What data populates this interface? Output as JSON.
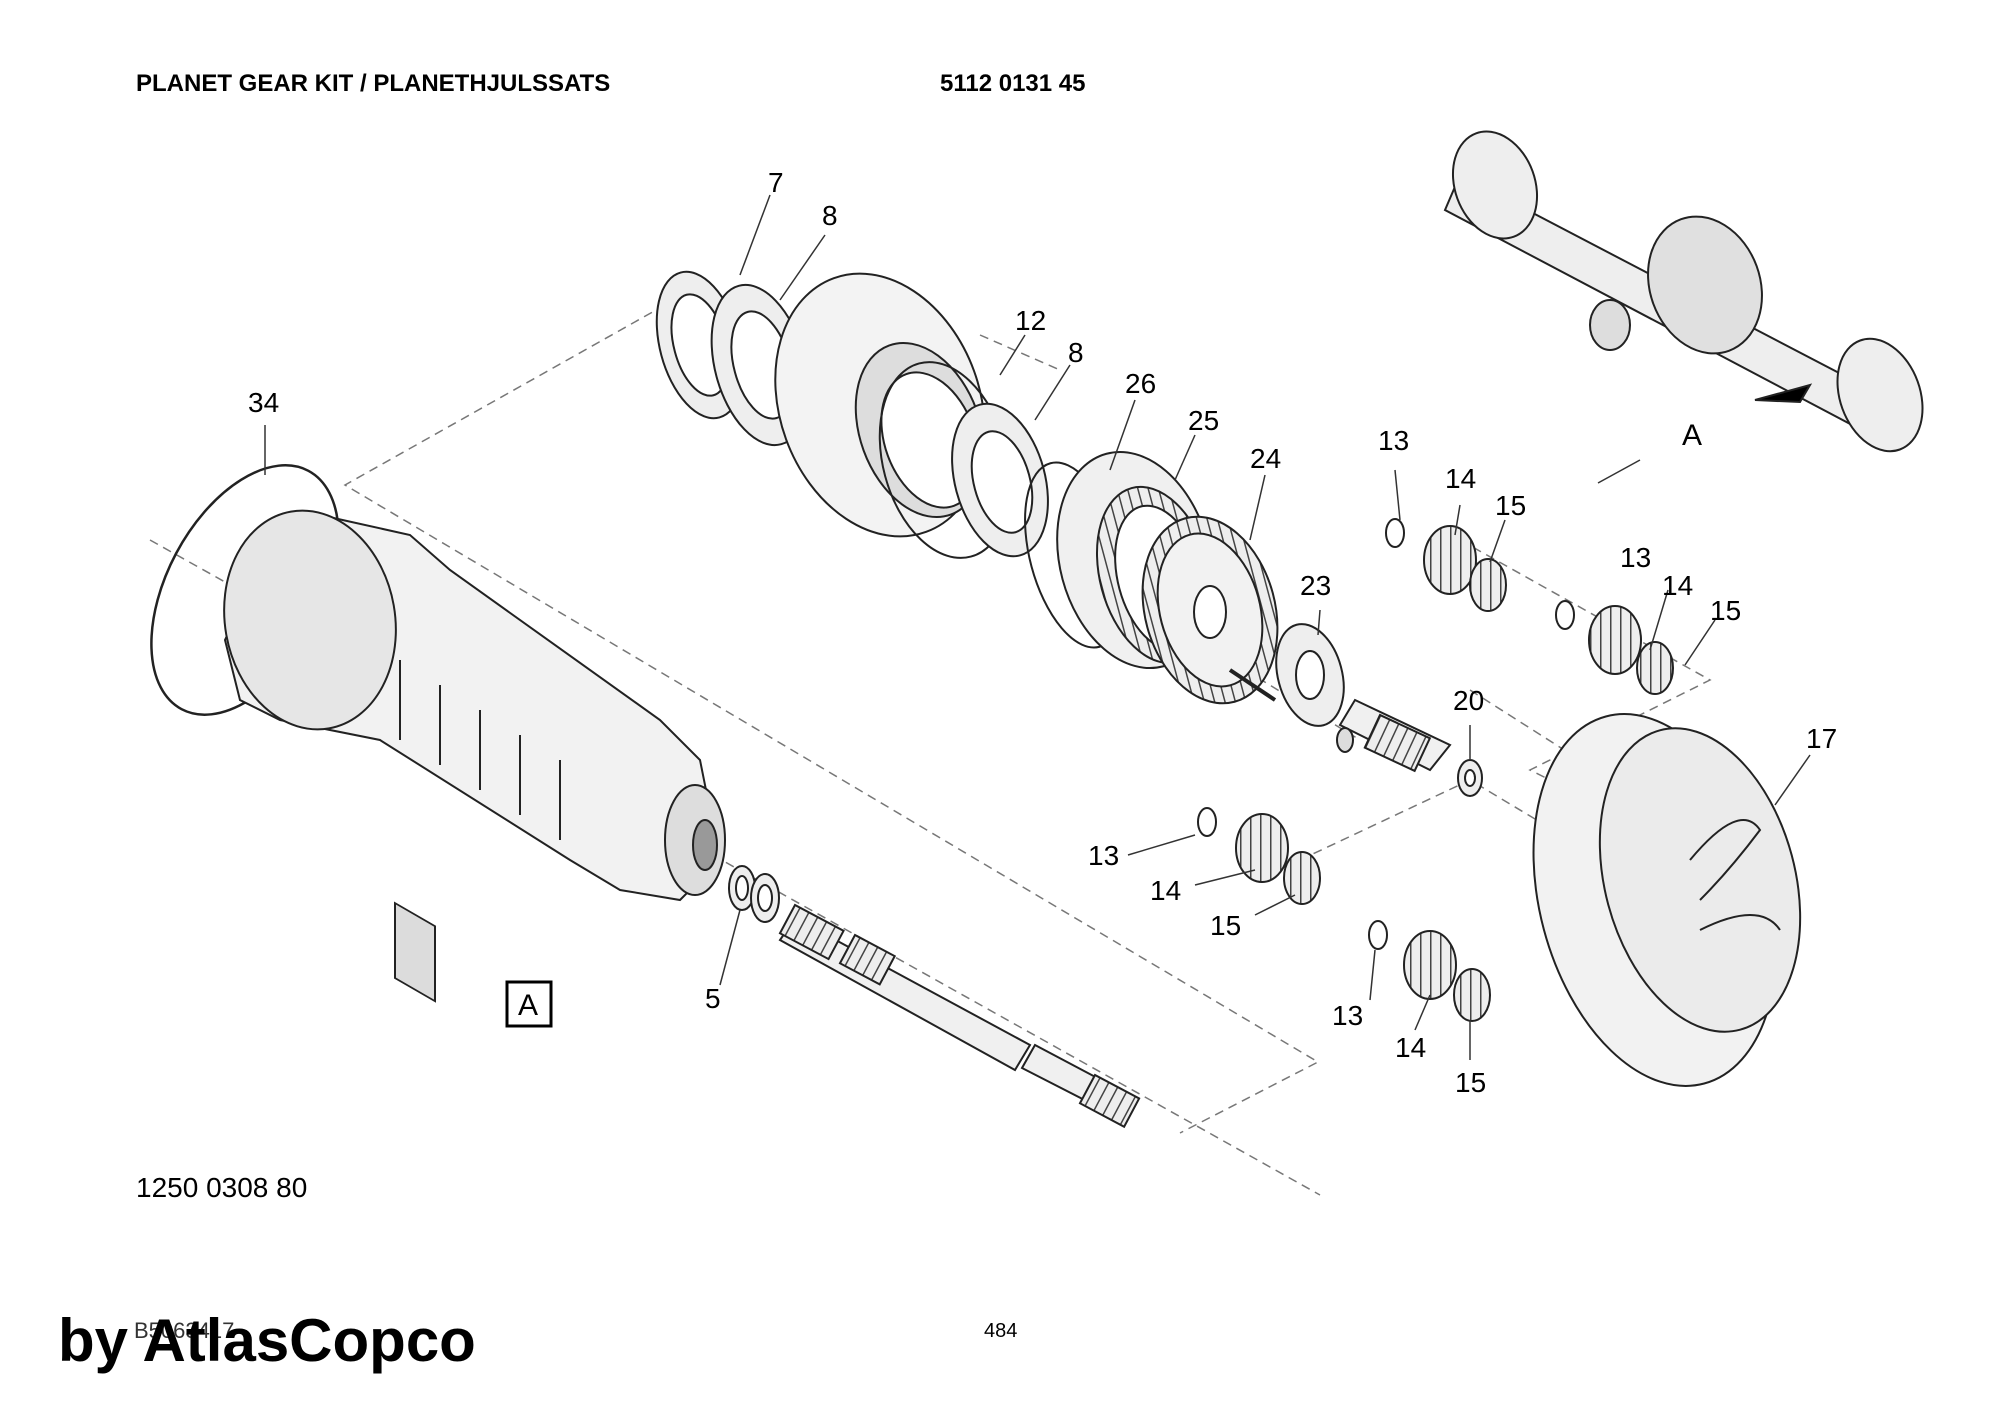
{
  "header": {
    "title": "PLANET GEAR KIT / PLANETHJULSSATS",
    "part_number": "5112 0131 45"
  },
  "callouts": {
    "c7": "7",
    "c8a": "8",
    "c12": "12",
    "c8b": "8",
    "c26": "26",
    "c25": "25",
    "c24": "24",
    "c34": "34",
    "c13a": "13",
    "c14a": "14",
    "c15a": "15",
    "c13b": "13",
    "c14b": "14",
    "c15b": "15",
    "c23": "23",
    "c20": "20",
    "c17": "17",
    "c13c": "13",
    "c14c": "14",
    "c15c": "15",
    "c13d": "13",
    "c14d": "14",
    "c15d": "15",
    "c5": "5",
    "view_letter_inset": "A",
    "view_letter_box": "A"
  },
  "footer": {
    "document_number": "1250 0308 80",
    "figure_reference": "B5063417",
    "page_number": "484",
    "watermark": "by AtlasCopco"
  }
}
